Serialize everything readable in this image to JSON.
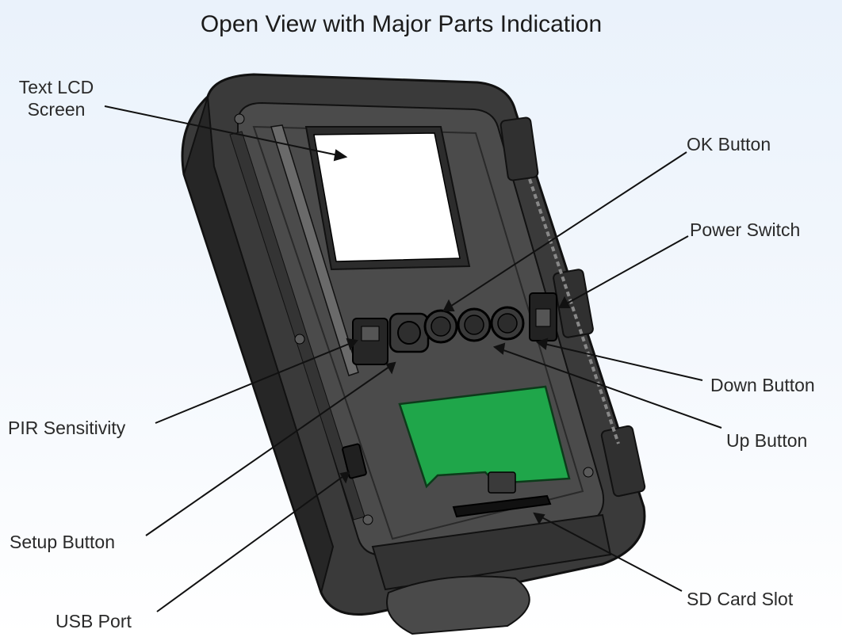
{
  "title": "Open View with Major Parts Indication",
  "colors": {
    "housing": "#3b3b3b",
    "housing_dark": "#1e1e1e",
    "panel": "#4a4a4a",
    "lcd_window": "#ffffff",
    "battery_compartment": "#1da54a",
    "leader_line": "#111111"
  },
  "labels": {
    "text_lcd_screen": "Text LCD Screen",
    "ok_button": "OK Button",
    "power_switch": "Power Switch",
    "down_button": "Down Button",
    "pir_sensitivity": "PIR Sensitivity",
    "up_button": "Up Button",
    "setup_button": "Setup Button",
    "sd_card_slot": "SD Card Slot",
    "usb_port": "USB Port"
  }
}
